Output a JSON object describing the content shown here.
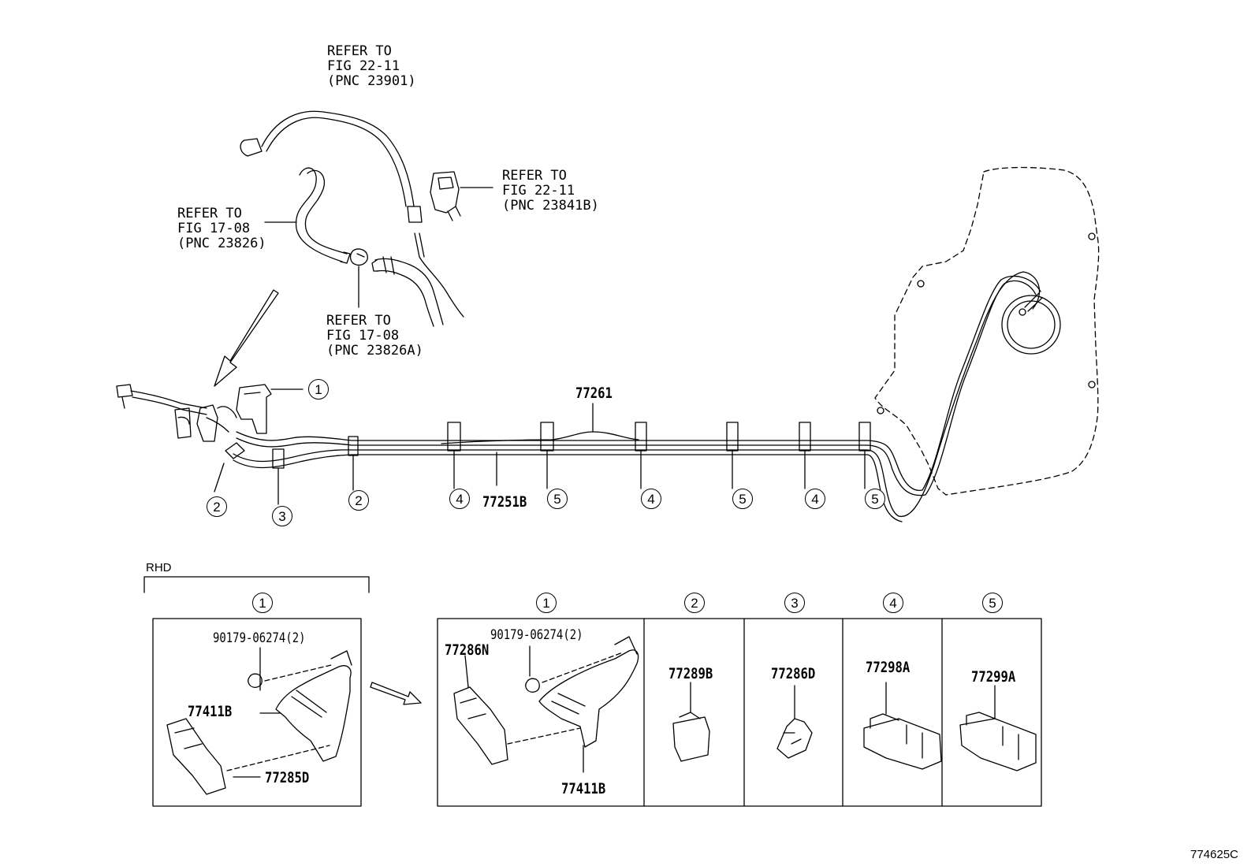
{
  "refs": {
    "ref_23901": "REFER TO\nFIG 22-11\n(PNC 23901)",
    "ref_23841b": "REFER TO\nFIG 22-11\n(PNC 23841B)",
    "ref_23826": "REFER TO\nFIG 17-08\n(PNC 23826)",
    "ref_23826a": "REFER TO\nFIG 17-08\n(PNC 23826A)"
  },
  "main": {
    "pn_77261": "77261",
    "pn_77251b": "77251B",
    "clamps": [
      "1",
      "2",
      "3",
      "2",
      "4",
      "5",
      "4",
      "5",
      "4",
      "5"
    ]
  },
  "rhd": {
    "label": "RHD",
    "num": "1",
    "pn_bolt": "90179-06274(2)",
    "pn_bracket": "77411B",
    "pn_clamp": "77285D"
  },
  "details": [
    {
      "num": "1",
      "pn_bolt": "90179-06274(2)",
      "pn_clamp": "77286N",
      "pn_bracket": "77411B"
    },
    {
      "num": "2",
      "pn": "77289B"
    },
    {
      "num": "3",
      "pn": "77286D"
    },
    {
      "num": "4",
      "pn": "77298A"
    },
    {
      "num": "5",
      "pn": "77299A"
    }
  ],
  "figure_number": "774625C"
}
